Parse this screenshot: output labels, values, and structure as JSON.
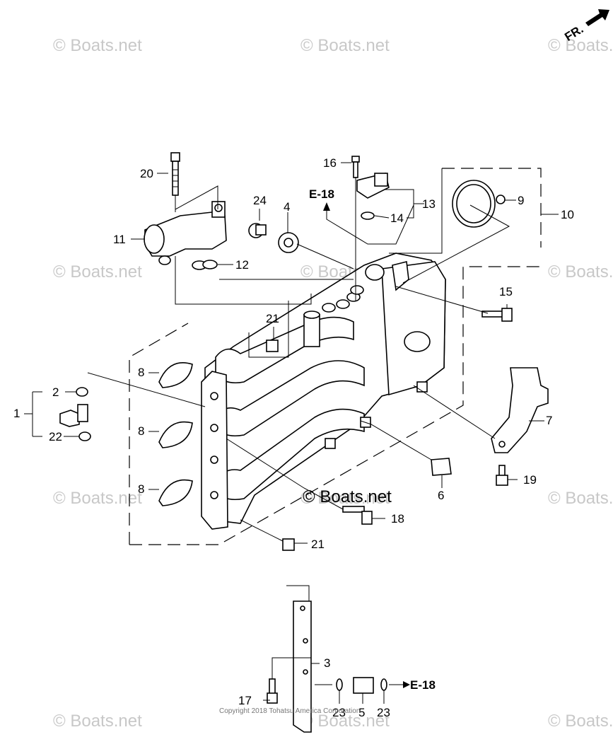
{
  "watermarks": [
    "© Boats.net",
    "© Boats.net",
    "© Boats.net",
    "© Boats.net",
    "© Boats.net",
    "© Boats.net",
    "© Boats.net",
    "© Boats.net",
    "© Boats.net",
    "© Boats.net",
    "© Boats.net",
    "© Boats.net"
  ],
  "direction_label": "FR.",
  "callouts": {
    "c1": "1",
    "c2": "2",
    "c3": "3",
    "c4": "4",
    "c5": "5",
    "c6": "6",
    "c7": "7",
    "c8a": "8",
    "c8b": "8",
    "c8c": "8",
    "c9": "9",
    "c10": "10",
    "c11": "11",
    "c12": "12",
    "c13": "13",
    "c14": "14",
    "c15": "15",
    "c16": "16",
    "c17": "17",
    "c18": "18",
    "c19": "19",
    "c20": "20",
    "c21a": "21",
    "c21b": "21",
    "c22": "22",
    "c23a": "23",
    "c23b": "23",
    "c24": "24"
  },
  "refs": {
    "top": "E-18",
    "bottom": "E-18"
  },
  "center_mark": "© Boats.net",
  "copyright": "Copyright 2018 Tohatsu America Corporation"
}
